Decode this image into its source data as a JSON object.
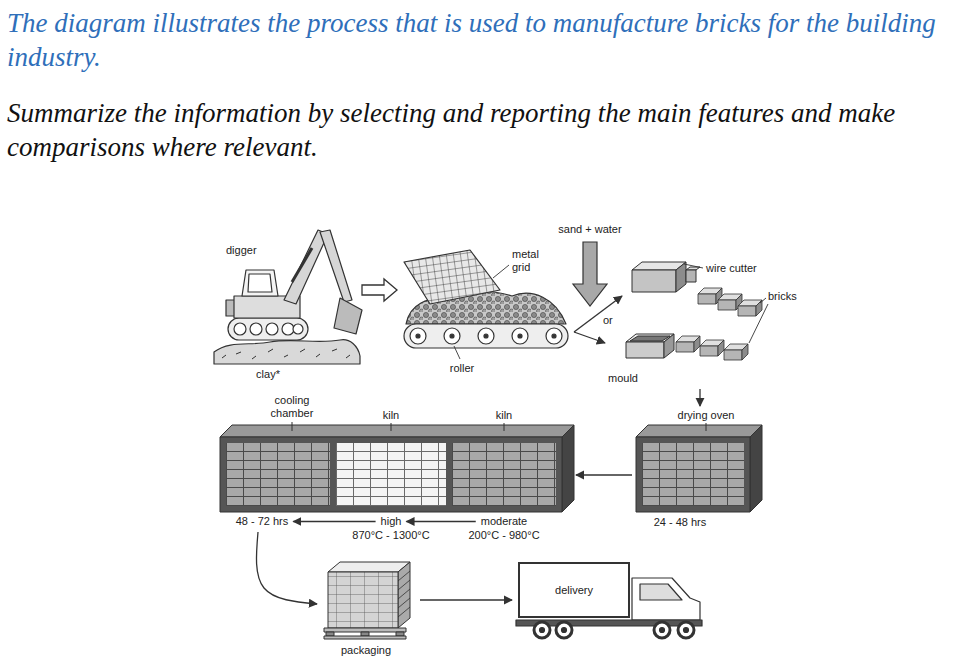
{
  "diagram": {
    "title": "The diagram illustrates the process that is used to manufacture bricks for the building industry.",
    "nodes": [
      {
        "text": [
          "digger",
          "clay*"
        ]
      },
      {
        "text": [
          "metal grid",
          "roller"
        ]
      },
      {
        "text": [
          "wire cutter"
        ]
      },
      {
        "text": [
          "mould"
        ]
      },
      {
        "text": [
          "drying oven",
          "24 - 48 hrs"
        ]
      },
      {
        "text": [
          "kiln",
          "moderate",
          "200°C - 980°C"
        ]
      },
      {
        "text": [
          "kiln",
          "high",
          "870°C - 1300°C"
        ]
      },
      {
        "text": [
          "cooling chamber",
          "48 - 72 hrs"
        ]
      },
      {
        "text": [
          "packaging"
        ]
      },
      {
        "text": [
          "delivery"
        ]
      }
    ],
    "edges": [
      {
        "from": 0,
        "to": 1,
        "arrow": "to"
      },
      {
        "from": 1,
        "to": 2,
        "arrow": "to"
      },
      {
        "from": 1,
        "to": 3,
        "arrow": "to"
      },
      {
        "from": 3,
        "to": 4,
        "arrow": "to"
      },
      {
        "from": 4,
        "to": 5,
        "arrow": "to"
      },
      {
        "from": 5,
        "to": 6,
        "arrow": "to"
      },
      {
        "from": 6,
        "to": 7,
        "arrow": "to"
      },
      {
        "from": 7,
        "to": 8,
        "arrow": "to"
      },
      {
        "from": 8,
        "to": 9,
        "arrow": "to"
      }
    ],
    "labels": [
      "Summarize the information by selecting and reporting the main features and make comparisons where relevant.",
      "sand + water",
      "or",
      "bricks"
    ]
  }
}
